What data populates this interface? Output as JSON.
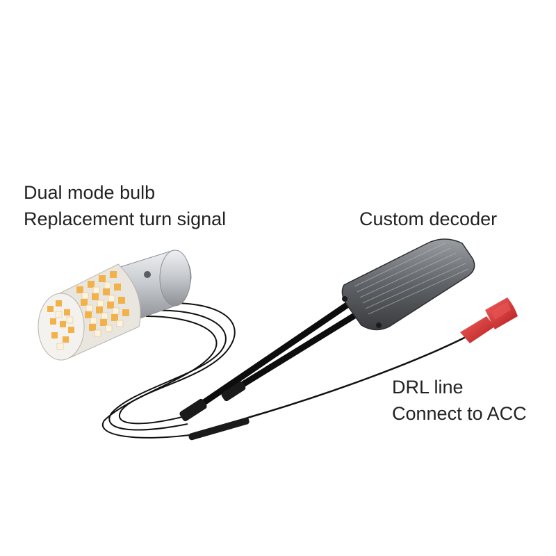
{
  "labels": {
    "bulb_line1": "Dual mode bulb",
    "bulb_line2": "Replacement turn signal",
    "decoder": "Custom decoder",
    "drl_line1": "DRL line",
    "drl_line2": "Connect to ACC"
  },
  "colors": {
    "background": "#ffffff",
    "text": "#222222",
    "wire": "#111111",
    "decoder_body": "#5f6266",
    "connector": "#d62b2b",
    "led_amber": "#f3b14a",
    "led_white": "#fff3dc",
    "bulb_silver": "#c9ccd0"
  }
}
